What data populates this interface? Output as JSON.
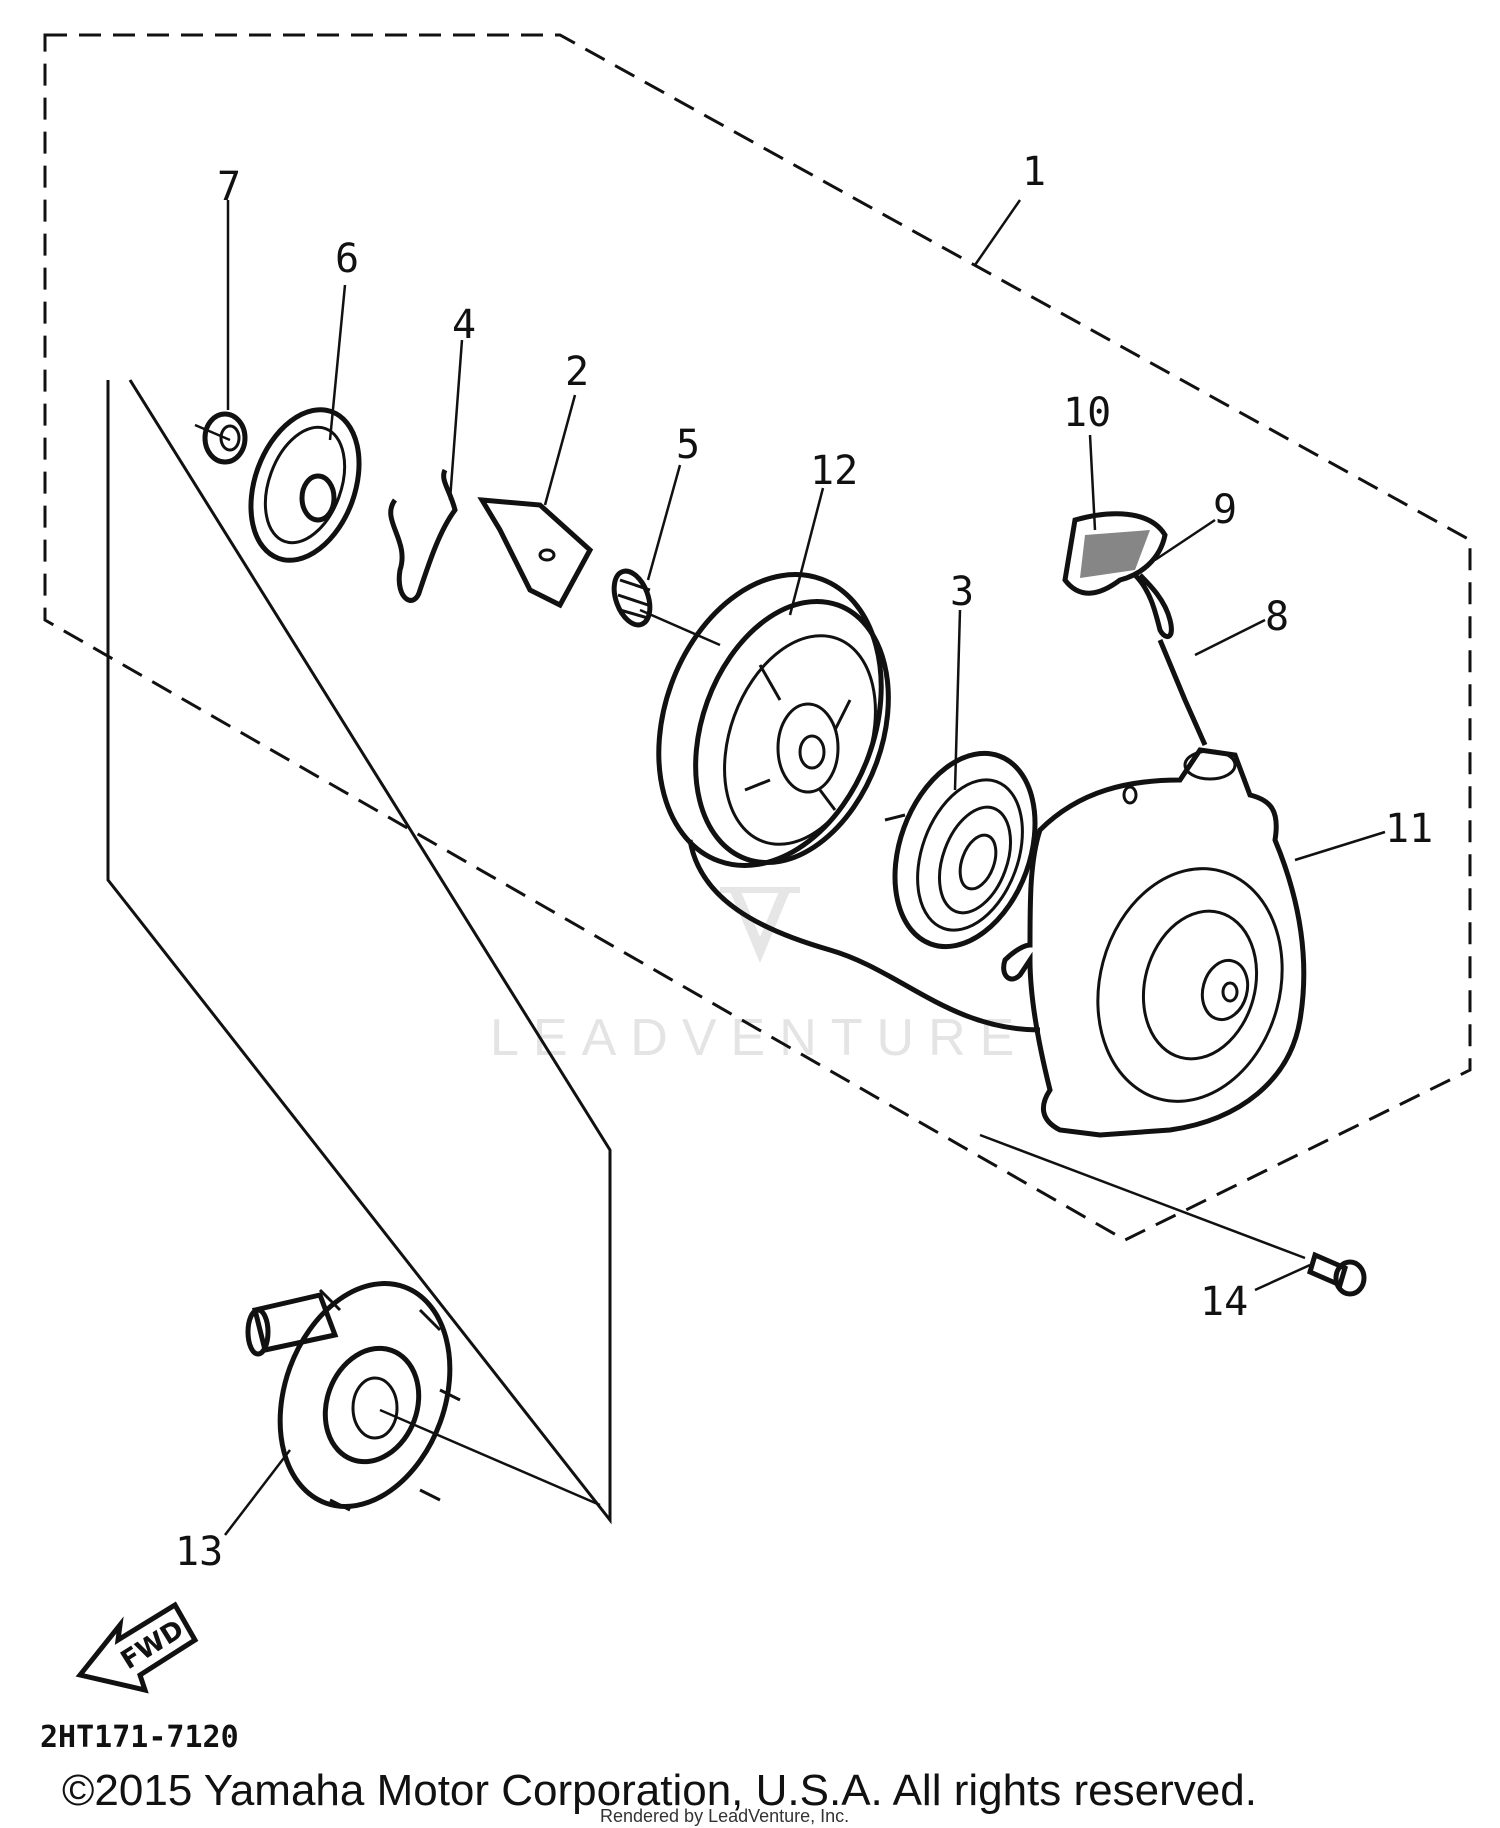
{
  "diagram": {
    "callouts": [
      "1",
      "2",
      "3",
      "4",
      "5",
      "6",
      "7",
      "8",
      "9",
      "10",
      "11",
      "12",
      "13",
      "14"
    ],
    "direction_arrow": "FWD",
    "reference_code": "2HT171-7120",
    "watermark": "LEADVENTURE",
    "copyright": "©2015 Yamaha Motor Corporation, U.S.A. All rights reserved.",
    "rendered_by": "Rendered by LeadVenture, Inc."
  }
}
